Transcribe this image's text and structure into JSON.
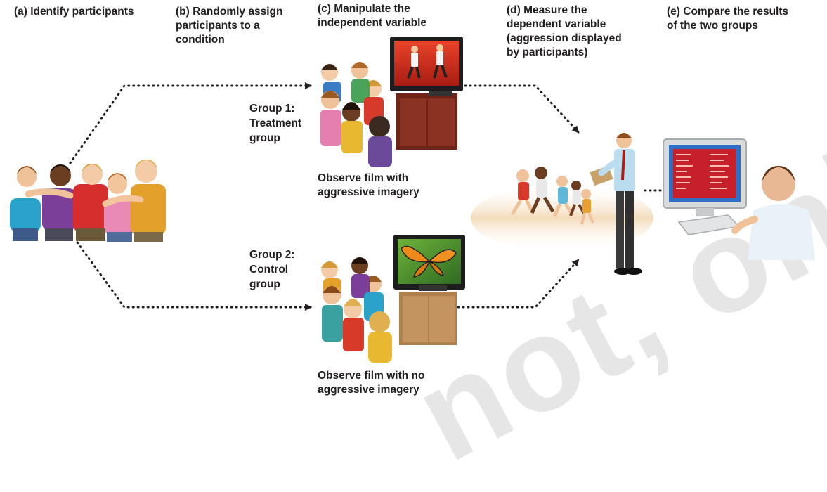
{
  "steps": {
    "a": "(a) Identify participants",
    "b": "(b) Randomly assign\nparticipants to a\ncondition",
    "c": "(c) Manipulate the\nindependent variable",
    "d": "(d) Measure the\ndependent variable\n(aggression displayed\nby participants)",
    "e": "(e) Compare the results\nof the two groups"
  },
  "groups": {
    "treatment": "Group 1:\nTreatment\ngroup",
    "control": "Group 2:\nControl\ngroup"
  },
  "captions": {
    "treatment": "Observe film with\naggressive imagery",
    "control": "Observe film with no\naggressive imagery"
  },
  "watermark": "not, only",
  "colors": {
    "arrow": "#231f20",
    "tv_screen_red": "#d9321e",
    "tv_cabinet_dark": "#7a2a1c",
    "tv_cabinet_light": "#b6864f",
    "monitor_screen": "#c8202a",
    "floor": "#f2d9b8"
  }
}
